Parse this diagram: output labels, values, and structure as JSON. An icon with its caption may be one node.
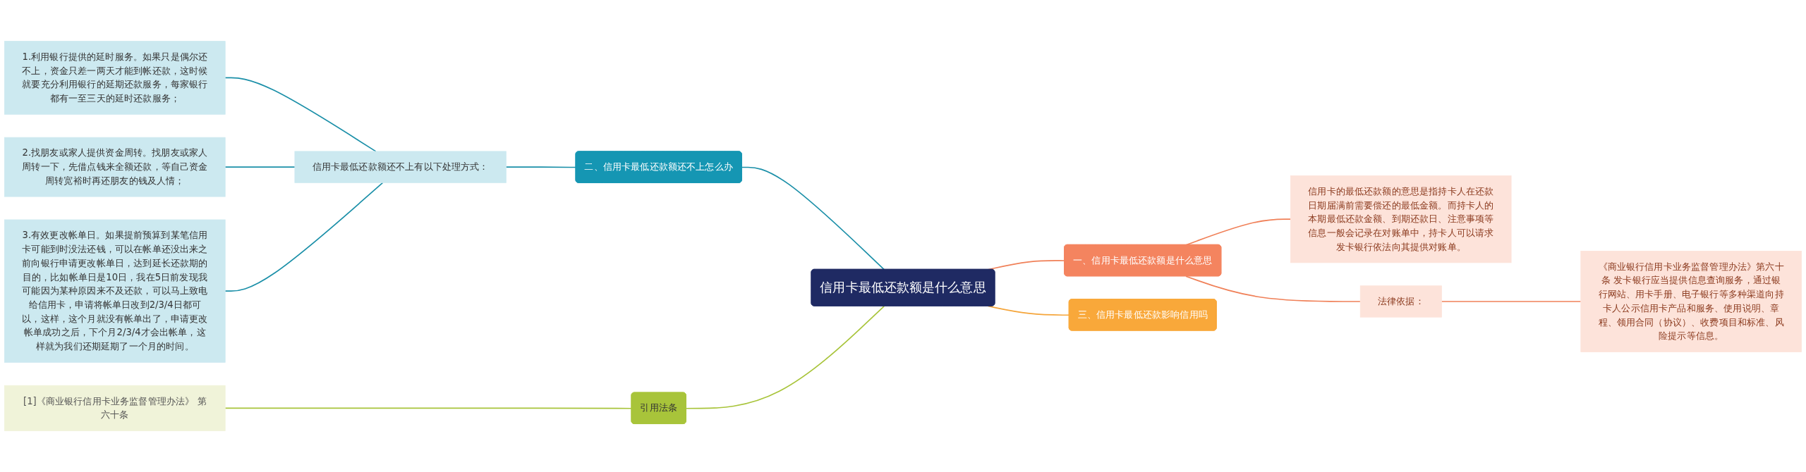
{
  "diagram": {
    "nodes": [
      {
        "text": [
          "信用卡最低还款额是什么意思"
        ]
      },
      {
        "text": [
          "一、信用卡最低还款额是什么意思"
        ]
      },
      {
        "text": [
          "信用卡的最低还款额的意思是指持卡人在还款日期届满前需要偿还的最低金额。而持卡人的本期最低还款金额、到期还款日、注意事项等信息一般会记录在对账单中，持卡人可以请求发卡银行依法向其提供对账单。"
        ]
      },
      {
        "text": [
          "法律依据："
        ]
      },
      {
        "text": [
          "《商业银行信用卡业务监督管理办法》第六十条 发卡银行应当提供信息查询服务，通过银行网站、用卡手册、电子银行等多种渠道向持卡人公示信用卡产品和服务、使用说明、章程、领用合同（协议）、收费项目和标准、风险提示等信息。"
        ]
      },
      {
        "text": [
          "三、信用卡最低还款影响信用吗"
        ]
      },
      {
        "text": [
          "二、信用卡最低还款额还不上怎么办"
        ]
      },
      {
        "text": [
          "信用卡最低还款额还不上有以下处理方式："
        ]
      },
      {
        "text": [
          "1.利用银行提供的延时服务。如果只是偶尔还不上，资金只差一两天才能到帐还款，这时候就要充分利用银行的延期还款服务，每家银行都有一至三天的延时还款服务；"
        ]
      },
      {
        "text": [
          "2.找朋友或家人提供资金周转。找朋友或家人周转一下，先借点钱来全额还款，等自己资金周转宽裕时再还朋友的钱及人情；"
        ]
      },
      {
        "text": [
          "3.有效更改帐单日。如果提前预算到某笔信用卡可能到时没法还钱，可以在帐单还没出来之前向银行申请更改帐单日，达到延长还款期的目的，比如帐单日是10日，我在5日前发现我可能因为某种原因来不及还款，可以马上致电给信用卡，申请将帐单日改到2/3/4日都可以，这样，这个月就没有帐单出了，申请更改帐单成功之后，下个月2/3/4才会出帐单，这样就为我们还期延期了一个月的时间。"
        ]
      },
      {
        "text": [
          "引用法条"
        ]
      },
      {
        "text": [
          "[1]《商业银行信用卡业务监督管理办法》 第六十条"
        ]
      }
    ],
    "edges": [
      {
        "from": 0,
        "to": 1,
        "arrow": "none",
        "color": "#f08058"
      },
      {
        "from": 1,
        "to": 2,
        "arrow": "none",
        "color": "#f08058"
      },
      {
        "from": 1,
        "to": 3,
        "arrow": "none",
        "color": "#f08058"
      },
      {
        "from": 3,
        "to": 4,
        "arrow": "none",
        "color": "#f08058"
      },
      {
        "from": 0,
        "to": 5,
        "arrow": "none",
        "color": "#f5a53a"
      },
      {
        "from": 0,
        "to": 6,
        "arrow": "none",
        "color": "#1a8fa8"
      },
      {
        "from": 6,
        "to": 7,
        "arrow": "none",
        "color": "#1a8fa8"
      },
      {
        "from": 7,
        "to": 8,
        "arrow": "none",
        "color": "#1a8fa8"
      },
      {
        "from": 7,
        "to": 9,
        "arrow": "none",
        "color": "#1a8fa8"
      },
      {
        "from": 7,
        "to": 10,
        "arrow": "none",
        "color": "#1a8fa8"
      },
      {
        "from": 0,
        "to": 11,
        "arrow": "none",
        "color": "#a8c43a"
      },
      {
        "from": 11,
        "to": 12,
        "arrow": "none",
        "color": "#a8c43a"
      }
    ]
  }
}
